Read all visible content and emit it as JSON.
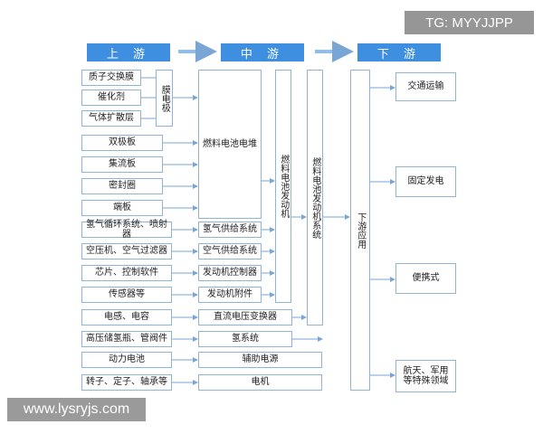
{
  "overlays": {
    "tg_tag": "TG: MYYJJPP",
    "site": "www.lysryjs.com"
  },
  "headers": {
    "upstream": "上 游",
    "midstream": "中 游",
    "downstream": "下 游"
  },
  "upstream": {
    "electrode_parts": [
      "质子交换膜",
      "催化剂",
      "气体扩散层"
    ],
    "electrode": "膜电极",
    "items": [
      "双极板",
      "集流板",
      "密封圈",
      "端板",
      "氢气循环系统、喷射器",
      "空压机、空气过滤器",
      "芯片、控制软件",
      "传感器等",
      "电感、电容",
      "高压储氢瓶、管阀件",
      "动力电池",
      "转子、定子、轴承等"
    ]
  },
  "midstream": {
    "stack": "燃料电池电堆",
    "components": [
      "氢气供给系统",
      "空气供给系统",
      "发动机控制器",
      "发动机附件",
      "直流电压变换器",
      "氢系统",
      "辅助电源",
      "电机"
    ],
    "engine": "燃料电池发动机",
    "engine_system": "燃料电池发动机系统"
  },
  "downstream": {
    "application": "下游应用",
    "items": [
      "交通运输",
      "固定发电",
      "便携式",
      "航天、军用等特殊领域"
    ]
  }
}
